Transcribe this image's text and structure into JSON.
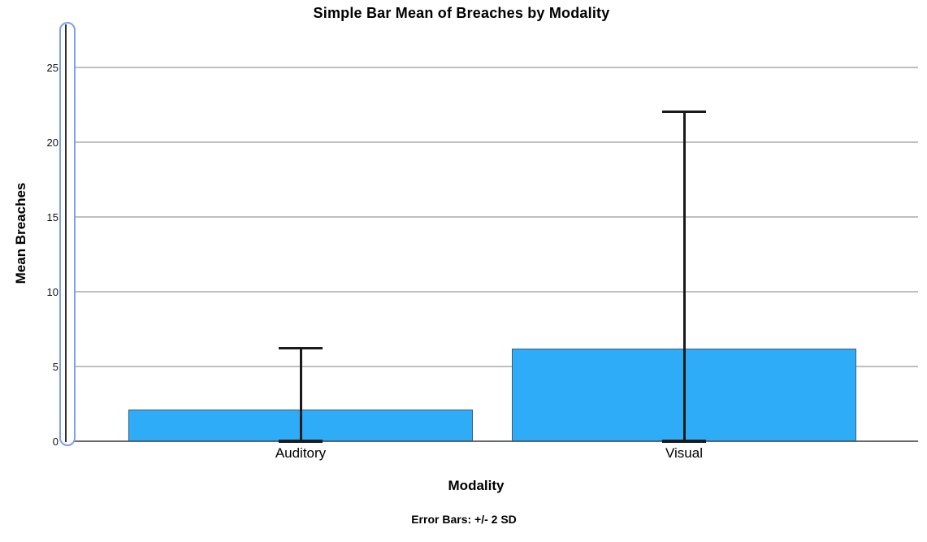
{
  "chart_data": {
    "type": "bar",
    "title": "Simple Bar Mean of Breaches by Modality",
    "xlabel": "Modality",
    "ylabel": "Mean Breaches",
    "footnote": "Error Bars: +/- 2 SD",
    "categories": [
      "Auditory",
      "Visual"
    ],
    "series": [
      {
        "name": "Mean Breaches",
        "values": [
          2.1,
          6.2
        ]
      }
    ],
    "error_bars": {
      "definition": "+/- 2 SD",
      "upper": [
        6.25,
        22.05
      ],
      "lower": [
        0,
        0
      ],
      "lower_clipped_at_zero": true
    },
    "yticks": [
      0,
      5,
      10,
      15,
      20,
      25
    ],
    "ylim": [
      0,
      27.9
    ],
    "grid": "horizontal",
    "legend": "none",
    "selection": {
      "target": "y-axis",
      "state": "selected"
    }
  },
  "colors": {
    "bar_fill": "#2EACF8",
    "bar_border": "#3C5B77",
    "gridline": "#BFBFBF",
    "x_axis_line": "#6A6A6A",
    "y_axis_line": "#2E2E2E",
    "error_bar": "#1A1A1A",
    "selection_highlight": "#7E9FF0",
    "text": "#000000"
  }
}
